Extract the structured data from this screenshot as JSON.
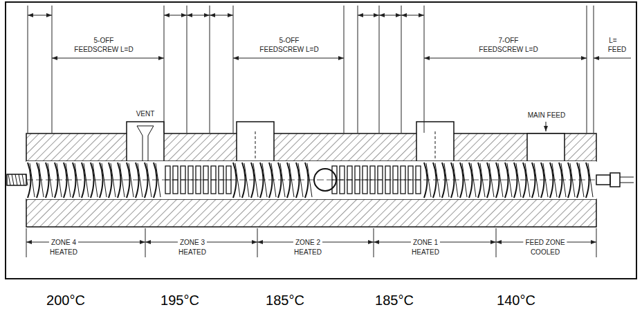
{
  "diagram": {
    "labels": [
      "5-OFF",
      "FEEDSCREW L=D",
      "VENT",
      "5-OFF",
      "FEEDSCREW L=D",
      "7-OFF",
      "FEEDSCREW L=D",
      "L=",
      "FEED",
      "MAIN FEED",
      "ZONE 4",
      "HEATED",
      "ZONE 3",
      "HEATED",
      "ZONE 2",
      "HEATED",
      "ZONE 1",
      "HEATED",
      "FEED ZONE",
      "COOLED",
      "200°C",
      "195°C",
      "185°C",
      "185°C",
      "140°C"
    ]
  }
}
